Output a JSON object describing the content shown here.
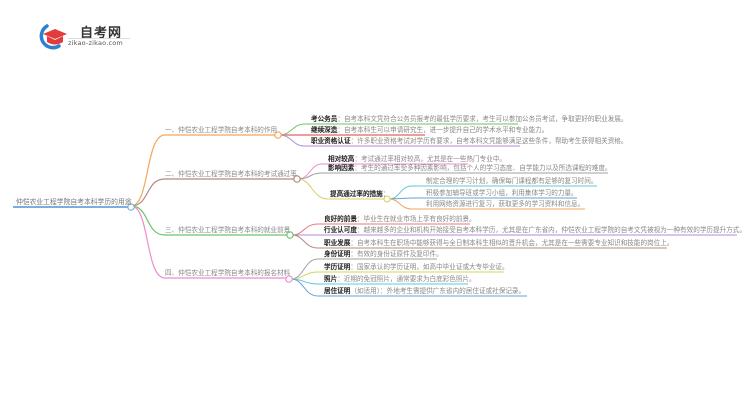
{
  "logo": {
    "title": "自考网",
    "url": "zikao-zikao.com",
    "icon": "graduation-cap-icon",
    "colors": {
      "cap": "#e23b3b",
      "ring": "#2b7fd4"
    }
  },
  "mindmap": {
    "root": {
      "label": "仲恺农业工程学院自考本科学历的用途",
      "color": "#7aaedc"
    },
    "branches": [
      {
        "label": "一、仲恺农业工程学院自考本科的作用",
        "color": "#f5a55a",
        "children": [
          {
            "term": "考公务员",
            "text": "：自考本科文凭符合公务员报考的最低学历要求，考生可以参加公务员考试，争取更好的职业发展。",
            "color": "#6cc36c"
          },
          {
            "term": "继续深造",
            "text": "：自考本科生可以申请研究生，进一步提升自己的学术水平和专业能力。",
            "color": "#e87b7b"
          },
          {
            "term": "职业资格认证",
            "text": "：许多职业资格考试对学历有要求，自考本科文凭能够满足这些条件，帮助考生获得相关资格。",
            "color": "#b088d8"
          }
        ]
      },
      {
        "label": "二、仲恺农业工程学院自考本科的考试通过率",
        "color": "#b08b7a",
        "children": [
          {
            "term": "相对较高",
            "text": "：考试通过率相对较高，尤其是在一些热门专业中。",
            "color": "#f08ad0"
          },
          {
            "term": "影响因素",
            "text": "：考生的通过率受多种因素影响，包括个人的学习态度、自学能力以及所选课程的难度。",
            "color": "#a0a0a0"
          },
          {
            "term": "提高通过率的措施",
            "text": "：",
            "color": "#d8d066",
            "children": [
              {
                "text": "制定合理的学习计划，确保每门课程都有足够的复习时间。",
                "color": "#5cc8d8"
              },
              {
                "text": "积极参加辅导班或学习小组，利用集体学习的力量。",
                "color": "#6a9fd8"
              },
              {
                "text": "利用网络资源进行复习，获取更多的学习资料和信息。",
                "color": "#f5a55a"
              }
            ]
          }
        ]
      },
      {
        "label": "三、仲恺农业工程学院自考本科的就业前景",
        "color": "#6cc36c",
        "children": [
          {
            "term": "良好的前景",
            "text": "：毕业生在就业市场上享有良好的前景。",
            "color": "#e87b7b"
          },
          {
            "term": "行业认可度",
            "text": "：越来越多的企业和机构开始接受自考本科学历，尤其是在广东省内，仲恺农业工程学院的自考文凭被视为一种有效的学历提升方式。",
            "color": "#b088d8"
          },
          {
            "term": "职业发展",
            "text": "：自考本科生在职场中能够获得与全日制本科生相似的晋升机会，尤其是在一些需要专业知识和技能的岗位上。",
            "color": "#b08b7a"
          }
        ]
      },
      {
        "label": "四、仲恺农业工程学院自考本科的报名材料",
        "color": "#f08ad0",
        "children": [
          {
            "term": "身份证明",
            "text": "：有效的身份证原件及复印件。",
            "color": "#a0a0a0"
          },
          {
            "term": "学历证明",
            "text": "：国家承认的学历证明，如高中毕业证或大专毕业证。",
            "color": "#d8d066"
          },
          {
            "term": "照片",
            "text": "：近期的免冠照片，通常要求为白底彩色照片。",
            "color": "#5cc8d8"
          },
          {
            "term": "居住证明",
            "text": "（如适用）：外地考生需提供广东省内的居住证或社保记录。",
            "color": "#6a9fd8"
          }
        ]
      }
    ]
  }
}
